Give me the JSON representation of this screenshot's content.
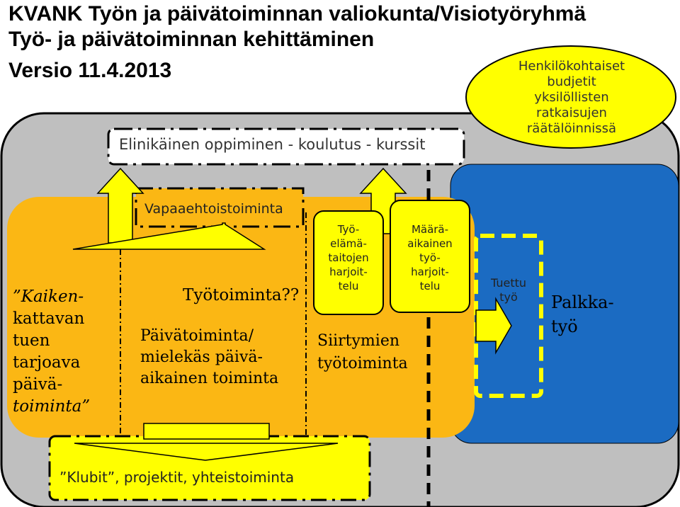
{
  "header": {
    "line1": "KVANK Työn ja päivätoiminnan valiokunta/Visiotyöryhmä",
    "line2": "Työ- ja päivätoiminnan kehittäminen",
    "line3": "Versio 11.4.2013"
  },
  "callout": {
    "lines": [
      "Henkilökohtaiset",
      "budjetit",
      "yksilöllisten",
      "ratkaisujen",
      "räätälöinnissä"
    ]
  },
  "boxes": {
    "lifelong": "Elinikäinen oppiminen - koulutus - kurssit",
    "volunteer": "Vapaaehtoistoiminta",
    "work_activity": "Työtoiminta??",
    "day_activity": [
      "Päivätoiminta/",
      "mielekäs päivä-",
      "aikainen toiminta"
    ],
    "worklife_skills": [
      "Työ-",
      "elämä-",
      "taitojen",
      "harjoit-",
      "telu"
    ],
    "fixed_term": [
      "Määrä-",
      "aikainen",
      "työ-",
      "harjoit-",
      "telu"
    ],
    "transition": [
      "Siirtymien",
      "työtoiminta"
    ],
    "supported_work": [
      "Tuettu",
      "työ"
    ],
    "paid_work": [
      "Palkka-",
      "työ"
    ],
    "comprehensive": [
      "”Kaiken-",
      "kattavan",
      "tuen",
      "tarjoava",
      "päivä-",
      "toiminta”"
    ],
    "clubs": "”Klubit”, projektit, yhteistoiminta"
  },
  "colors": {
    "gray_bg": "#bfbfbf",
    "orange": "#fbb714",
    "yellow": "#ffff00",
    "blue": "#1b6bc2",
    "black": "#000000"
  }
}
